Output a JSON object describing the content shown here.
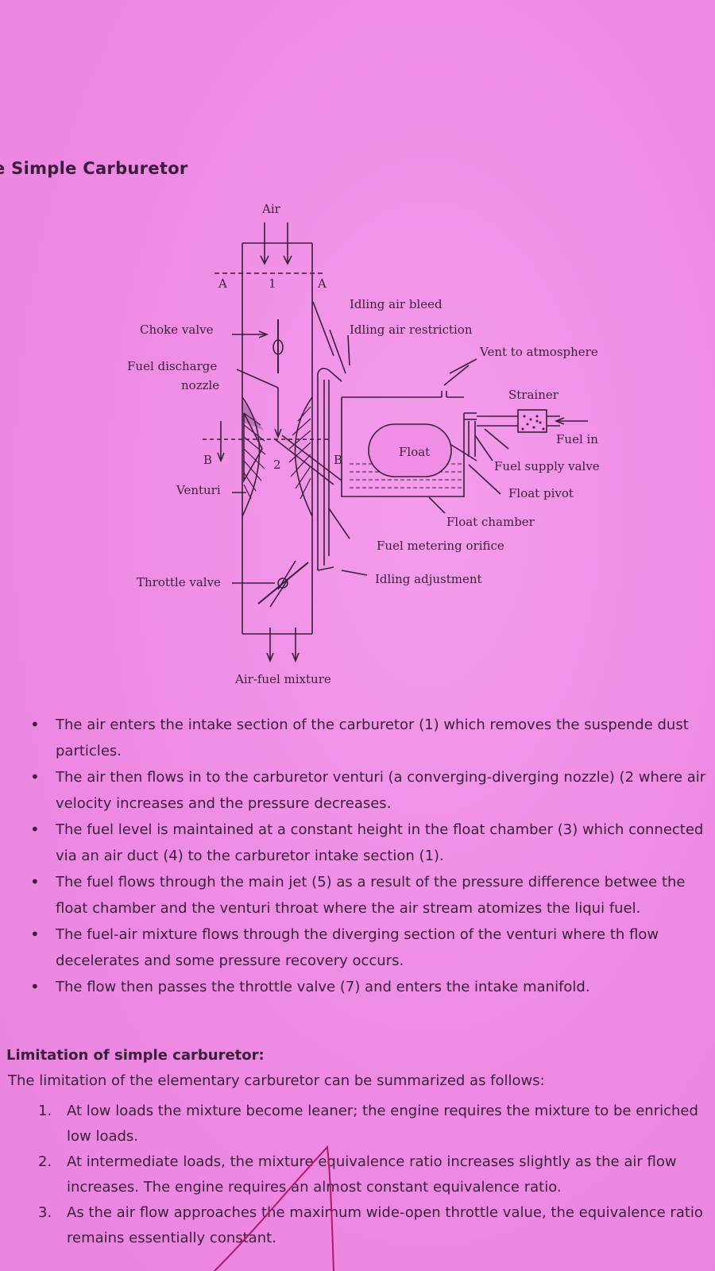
{
  "heading": "e Simple Carburetor",
  "diagram": {
    "labels": {
      "air": "Air",
      "section_a_left": "A",
      "section_a_right": "A",
      "section_1": "1",
      "idling_air_bleed": "Idling air bleed",
      "idling_air_restriction": "Idling air restriction",
      "choke_valve": "Choke valve",
      "vent_to_atmosphere": "Vent to atmosphere",
      "fuel_discharge_nozzle_1": "Fuel discharge",
      "fuel_discharge_nozzle_2": "nozzle",
      "strainer": "Strainer",
      "fuel_in": "Fuel in",
      "section_b_left": "B",
      "section_b_right": "B",
      "section_2": "2",
      "float": "Float",
      "fuel_supply_valve": "Fuel supply valve",
      "venturi": "Venturi",
      "float_pivot": "Float pivot",
      "float_chamber": "Float chamber",
      "fuel_metering_orifice": "Fuel metering orifice",
      "throttle_valve": "Throttle valve",
      "idling_adjustment": "Idling adjustment",
      "air_fuel_mixture": "Air-fuel mixture"
    }
  },
  "bullets": [
    "The air enters the intake section of the carburetor (1) which removes the suspende dust particles.",
    "The air then flows in to the carburetor venturi (a converging-diverging nozzle) (2 where air velocity increases and the pressure decreases.",
    "The fuel level is maintained at a constant height in the float chamber (3) which connected via an air duct (4) to the carburetor intake section (1).",
    "The fuel flows through the main jet (5) as a result of the pressure difference betwee the float chamber and the venturi throat where the air stream atomizes the liqui fuel.",
    "The fuel-air mixture flows through the diverging section of the venturi where th flow decelerates and some pressure recovery occurs.",
    "The flow then passes the throttle valve (7) and enters the intake manifold."
  ],
  "limitation": {
    "heading": "Limitation of simple carburetor:",
    "intro": "The limitation of the elementary carburetor can be summarized as follows:",
    "items": [
      {
        "num": "1.",
        "text": "At low loads the mixture become leaner; the engine requires the mixture to be enriched low loads."
      },
      {
        "num": "2.",
        "text": "At intermediate loads, the mixture equivalence ratio increases slightly as the air flow increases. The engine requires an almost constant equivalence ratio."
      },
      {
        "num": "3.",
        "text": "As the air flow approaches the maximum wide-open throttle value, the equivalence ratio remains essentially constant."
      }
    ]
  },
  "colors": {
    "paper": "#f08ee6",
    "ink": "#3a1f3a",
    "pen_mark": "#b0186a"
  }
}
